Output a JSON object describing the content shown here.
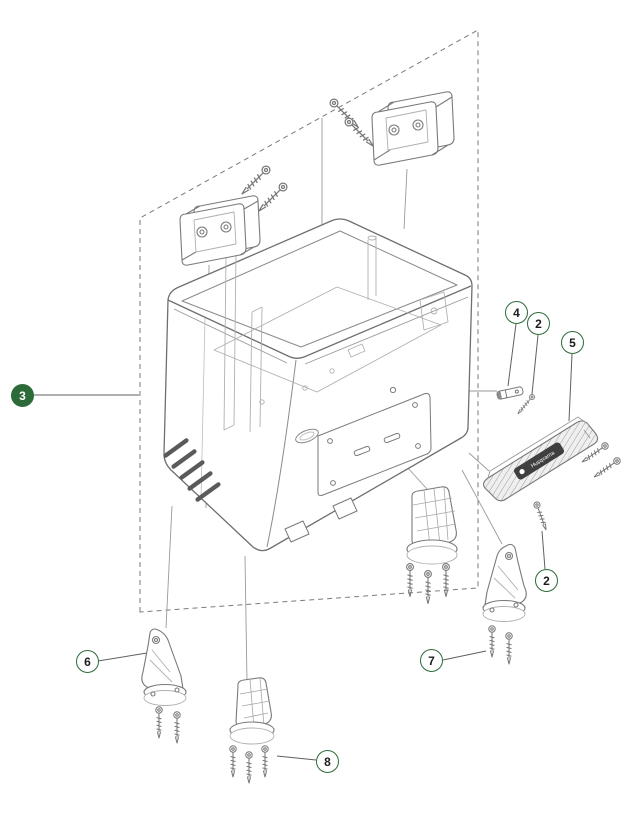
{
  "brand": "Husqvarna",
  "colors": {
    "callout_green": "#2d6a39",
    "line_gray": "#7d7d7d",
    "dark_gray": "#3f3f3f"
  },
  "callouts": [
    {
      "label": "3",
      "filled": true
    },
    {
      "label": "4",
      "filled": false
    },
    {
      "label": "2",
      "filled": false
    },
    {
      "label": "5",
      "filled": false
    },
    {
      "label": "2",
      "filled": false
    },
    {
      "label": "6",
      "filled": false
    },
    {
      "label": "7",
      "filled": false
    },
    {
      "label": "8",
      "filled": false
    }
  ]
}
